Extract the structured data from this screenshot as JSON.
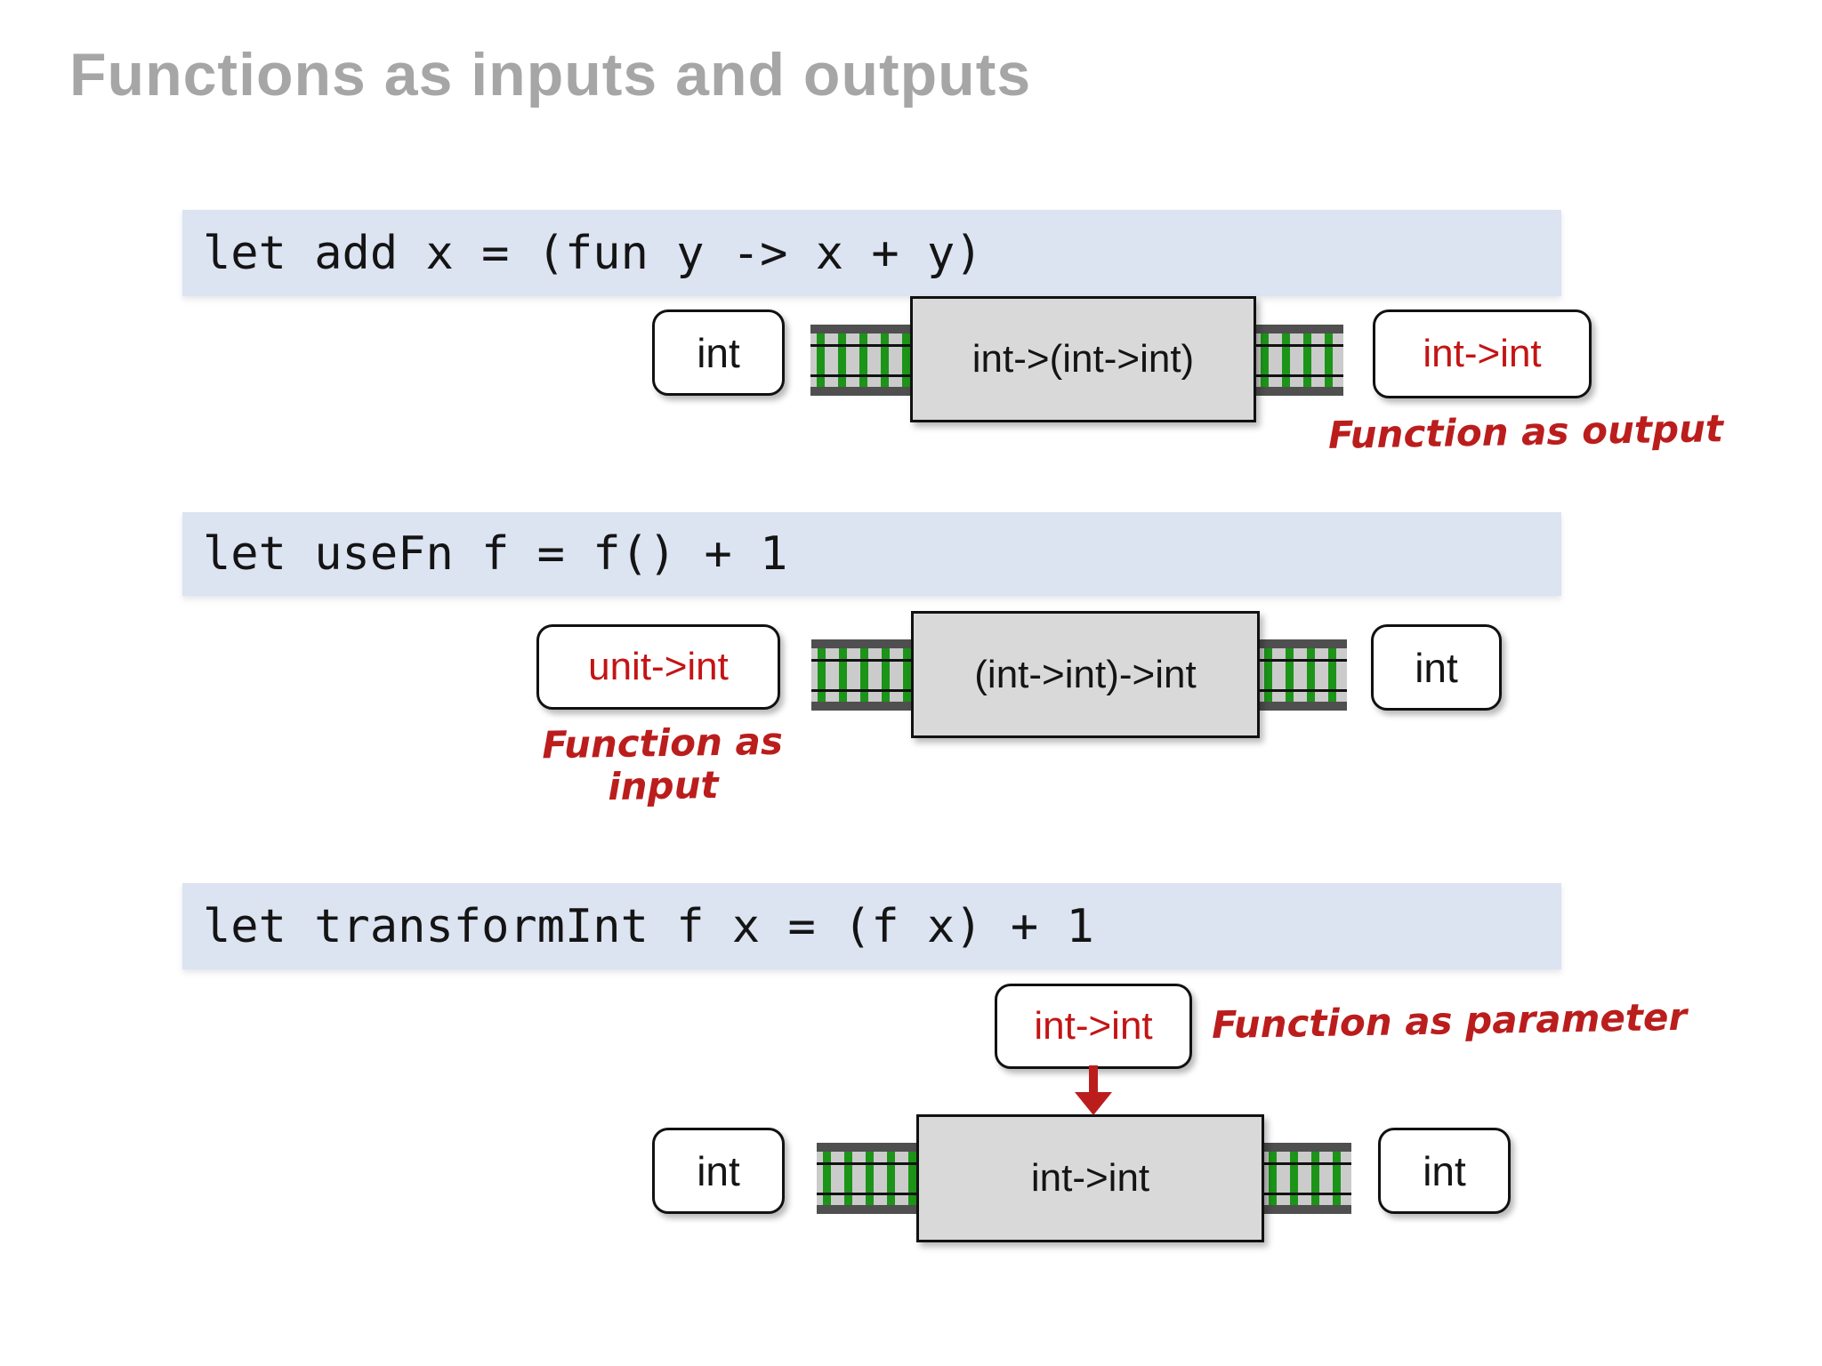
{
  "title": "Functions as inputs and outputs",
  "colors": {
    "title_gray": "#a6a6a6",
    "code_bar_bg": "#dce3f1",
    "code_text": "#141414",
    "machine_fill": "#d9d9d9",
    "box_border": "#111111",
    "track_dark": "#4f4f4f",
    "track_bed": "#cbcbcb",
    "track_green": "#1b9418",
    "rail_black": "#111111",
    "accent_red": "#c41414",
    "annotation_red": "#bb1d1d"
  },
  "sections": [
    {
      "code": "let add x = (fun y -> x + y)",
      "input_label": "int",
      "machine_label": "int->(int->int)",
      "output_label": "int->int",
      "caption": "Function as output"
    },
    {
      "code": "let useFn f = f() + 1",
      "input_label": "unit->int",
      "machine_label": "(int->int)->int",
      "output_label": "int",
      "caption": "Function as input"
    },
    {
      "code": "let transformInt f x = (f x) + 1",
      "param_label": "int->int",
      "input_label": "int",
      "machine_label": "int->int",
      "output_label": "int",
      "caption": "Function as parameter"
    }
  ]
}
